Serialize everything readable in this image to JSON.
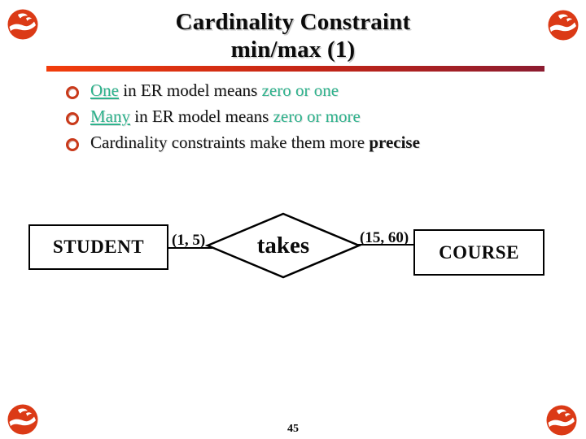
{
  "slide": {
    "title_line1": "Cardinality Constraint",
    "title_line2": "min/max (1)",
    "page_number": "45",
    "logo_icon": "red-bird-circle-logo",
    "colors": {
      "logo_red": "#db3a16",
      "rule_gradient_start": "#f23d0c",
      "rule_gradient_end": "#8c1c30",
      "teal_accent": "#2eb28c",
      "bullet_ring_red": "#c9391a",
      "text_black": "#0b0b0b"
    }
  },
  "bullets": [
    {
      "parts": [
        {
          "text": "One"
        },
        {
          "text": " in ER model means "
        },
        {
          "text": "zero or one"
        }
      ]
    },
    {
      "parts": [
        {
          "text": "Many"
        },
        {
          "text": " in ER model means "
        },
        {
          "text": "zero or more"
        }
      ]
    },
    {
      "parts": [
        {
          "text": "Cardinality constraints make them more "
        },
        {
          "text": "precise"
        }
      ]
    }
  ],
  "diagram": {
    "entities": [
      {
        "label": "STUDENT"
      },
      {
        "label": "COURSE"
      }
    ],
    "relationship": {
      "label": "takes"
    },
    "cardinalities": {
      "student_side": "(1, 5)",
      "course_side": "(15, 60)"
    }
  }
}
